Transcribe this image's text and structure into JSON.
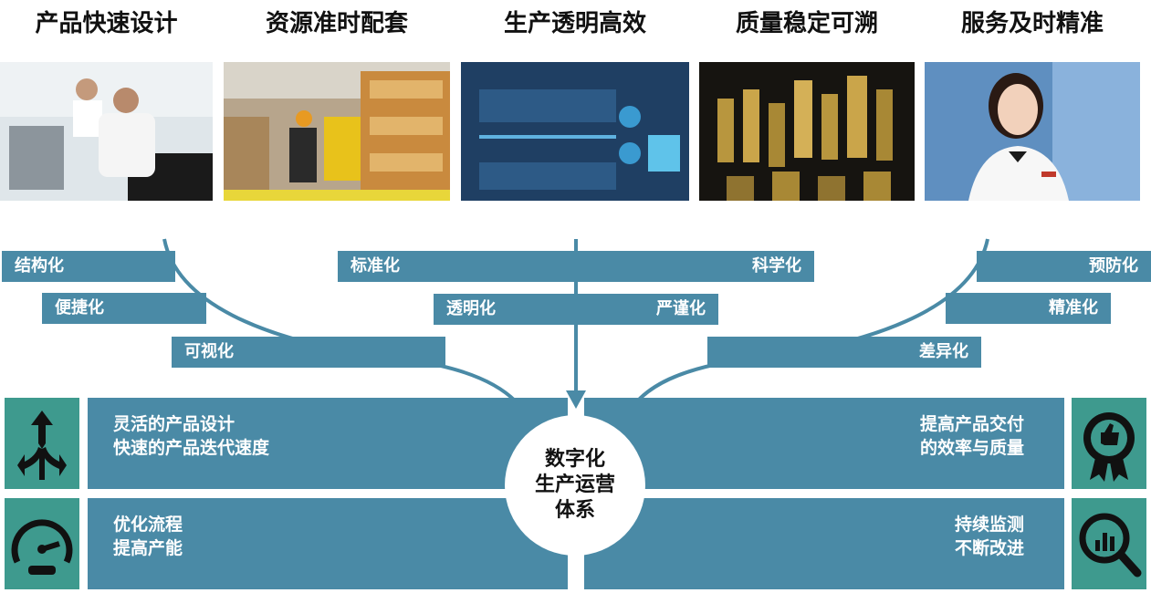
{
  "titles": [
    "产品快速设计",
    "资源准时配套",
    "生产透明高效",
    "质量稳定可溯",
    "服务及时精准"
  ],
  "bars": {
    "structured": "结构化",
    "convenient": "便捷化",
    "visual": "可视化",
    "standardized": "标准化",
    "scientific": "科学化",
    "transparent": "透明化",
    "rigorous": "严谨化",
    "preventive": "预防化",
    "precise": "精准化",
    "differentiated": "差异化"
  },
  "panels": {
    "top_left": [
      "灵活的产品设计",
      "快速的产品迭代速度"
    ],
    "bottom_left": [
      "优化流程",
      "提高产能"
    ],
    "top_right": [
      "提高产品交付",
      "的效率与质量"
    ],
    "bottom_right": [
      "持续监测",
      "不断改进"
    ]
  },
  "center": [
    "数字化",
    "生产运营",
    "体系"
  ],
  "icons": {
    "top_left": "direction-arrows-icon",
    "bottom_left": "speedometer-icon",
    "top_right": "thumbs-up-badge-icon",
    "bottom_right": "magnifier-chart-icon"
  },
  "colors": {
    "accent": "#4a8aa6",
    "icon_bg": "#3e9a8e"
  }
}
